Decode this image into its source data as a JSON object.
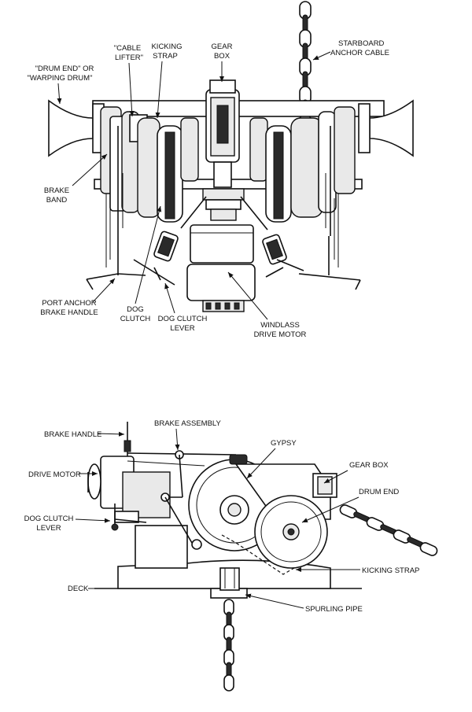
{
  "front_view": {
    "labels": {
      "drum_end_1": "\"DRUM END\" OR",
      "drum_end_2": "\"WARPING DRUM\"",
      "cable_lifter_1": "\"CABLE",
      "cable_lifter_2": "LIFTER\"",
      "kicking_strap_1": "KICKING",
      "kicking_strap_2": "STRAP",
      "gear_box_1": "GEAR",
      "gear_box_2": "BOX",
      "starboard_1": "STARBOARD",
      "starboard_2": "ANCHOR CABLE",
      "brake_band_1": "BRAKE",
      "brake_band_2": "BAND",
      "port_brake_1": "PORT ANCHOR",
      "port_brake_2": "BRAKE HANDLE",
      "dog_clutch_1": "DOG",
      "dog_clutch_2": "CLUTCH",
      "dog_lever_1": "DOG CLUTCH",
      "dog_lever_2": "LEVER",
      "windlass_1": "WINDLASS",
      "windlass_2": "DRIVE MOTOR"
    }
  },
  "side_view": {
    "labels": {
      "brake_assembly": "BRAKE ASSEMBLY",
      "brake_handle": "BRAKE HANDLE",
      "gypsy": "GYPSY",
      "gear_box": "GEAR BOX",
      "drive_motor": "DRIVE MOTOR",
      "drum_end": "DRUM END",
      "dog_clutch_1": "DOG CLUTCH",
      "dog_clutch_2": "LEVER",
      "kicking_strap": "KICKING STRAP",
      "deck": "DECK",
      "spurling_pipe": "SPURLING PIPE"
    }
  }
}
